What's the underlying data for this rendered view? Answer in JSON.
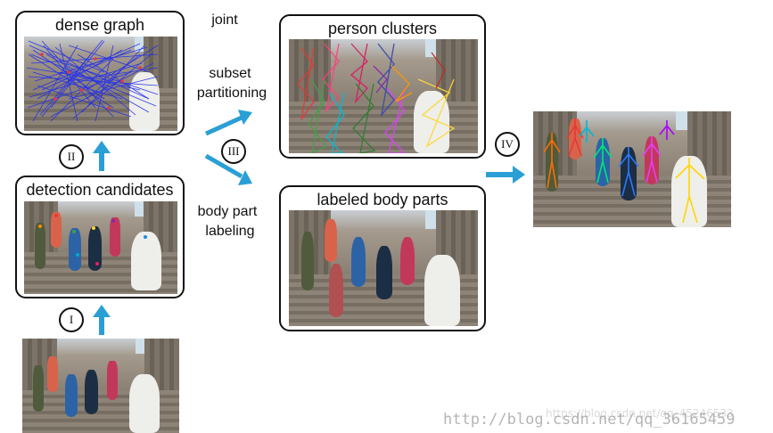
{
  "panels": {
    "dense_graph": {
      "title": "dense graph"
    },
    "detection_candidates": {
      "title": "detection candidates"
    },
    "person_clusters": {
      "title": "person clusters"
    },
    "labeled_body_parts": {
      "title": "labeled body parts"
    }
  },
  "steps": {
    "one": "I",
    "two": "II",
    "three": "III",
    "four": "IV"
  },
  "labels": {
    "joint": "joint",
    "subset": "subset",
    "partitioning": "partitioning",
    "body_part": "body part",
    "labeling": "labeling"
  },
  "watermark": {
    "main": "http://blog.csdn.net/qq_36165459",
    "overlay": "https://blog.csdn.net/qq_45246533"
  },
  "colors": {
    "arrow": "#2a9fd6",
    "graph_edges": "#1f2cf0",
    "border": "#111111"
  }
}
